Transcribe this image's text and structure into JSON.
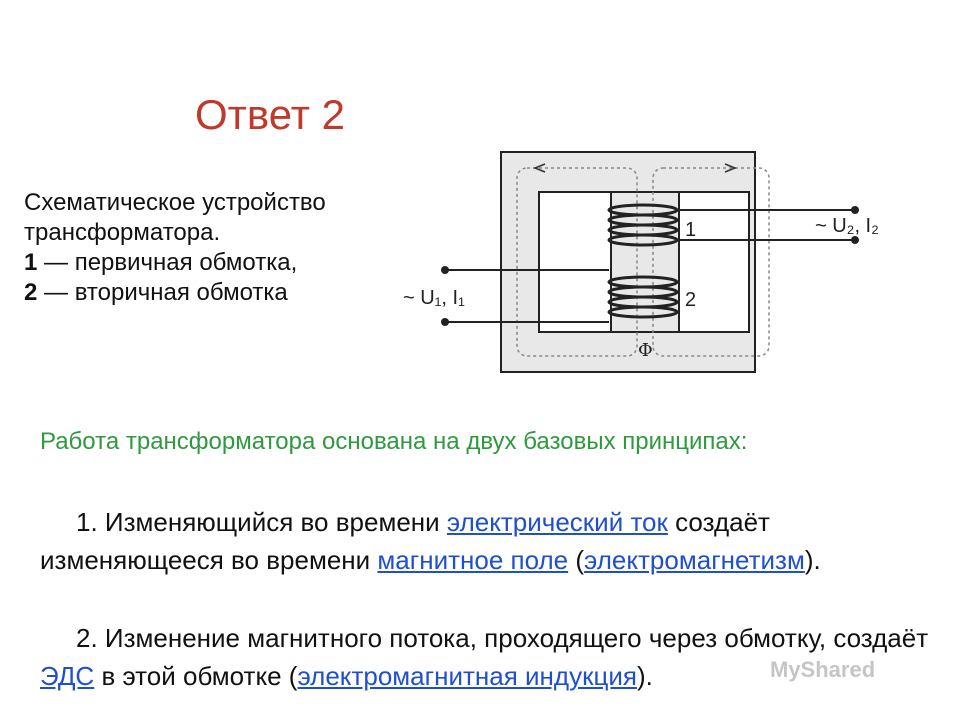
{
  "title": "Ответ 2",
  "caption": {
    "line1": "Схематическое устройство",
    "line2": "трансформатора.",
    "item1_num": "1",
    "item1_text": " — первичная обмотка,",
    "item2_num": "2",
    "item2_text": " — вторичная обмотка"
  },
  "diagram": {
    "label_primary_winding": "2",
    "label_secondary_winding": "1",
    "label_input": "~ U₁, I₁",
    "label_output": "~ U₂, I₂",
    "label_flux": "Φ"
  },
  "heading": "Работа трансформатора основана на двух базовых принципах:",
  "principle1": {
    "prefix": "1. Изменяющийся во времени ",
    "link1": "электрический ток",
    "mid": " создаёт изменяющееся во времени ",
    "link2": "магнитное поле",
    "open": " (",
    "link3": "электромагнетизм",
    "close": ")."
  },
  "principle2": {
    "prefix": "2. Изменение магнитного потока, проходящего через обмотку, создаёт ",
    "link1": "ЭДС",
    "mid": " в этой обмотке (",
    "link2": "электромагнитная индукция",
    "close": ")."
  },
  "watermark": "МyShared",
  "colors": {
    "title": "#c0392b",
    "heading": "#2e9a3e",
    "link": "#1f4fd1"
  }
}
